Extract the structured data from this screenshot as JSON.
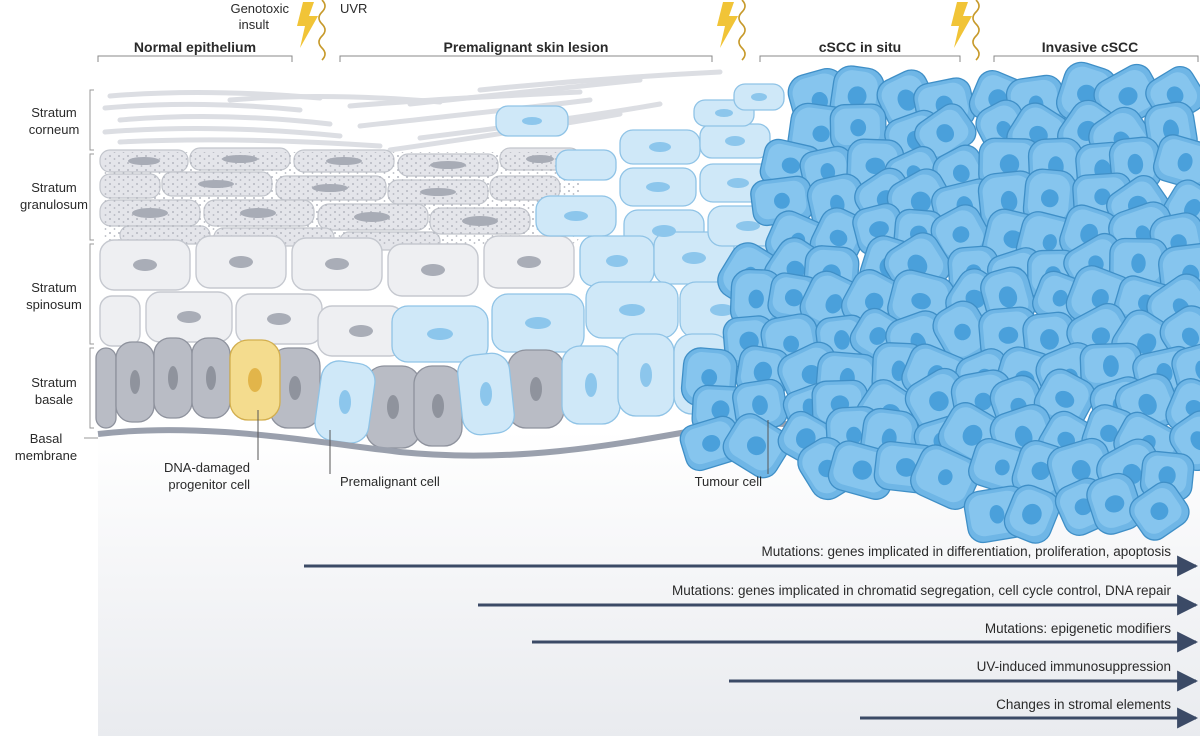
{
  "top_labels": {
    "genotoxic_line1": "Genotoxic",
    "genotoxic_line2": "insult",
    "uvr": "UVR"
  },
  "stages": [
    {
      "label": "Normal epithelium"
    },
    {
      "label": "Premalignant skin lesion"
    },
    {
      "label": "cSCC in situ"
    },
    {
      "label": "Invasive cSCC"
    }
  ],
  "layers": [
    {
      "line1": "Stratum",
      "line2": "corneum"
    },
    {
      "line1": "Stratum",
      "line2": "granulosum"
    },
    {
      "line1": "Stratum",
      "line2": "spinosum"
    },
    {
      "line1": "Stratum",
      "line2": "basale"
    },
    {
      "line1": "Basal",
      "line2": "membrane"
    }
  ],
  "callouts": {
    "dna_damaged_line1": "DNA-damaged",
    "dna_damaged_line2": "progenitor cell",
    "premalignant": "Premalignant cell",
    "tumour": "Tumour cell"
  },
  "arrows": [
    {
      "text": "Mutations: genes implicated in differentiation, proliferation, apoptosis"
    },
    {
      "text": "Mutations: genes implicated in chromatid segregation, cell cycle control, DNA repair"
    },
    {
      "text": "Mutations: epigenetic modifiers"
    },
    {
      "text": "UV-induced immunosuppression"
    },
    {
      "text": "Changes in stromal elements"
    }
  ],
  "colors": {
    "normal_cell": "#e9eaee",
    "basal_cell": "#b9bcc5",
    "damaged_cell": "#f4dc8e",
    "premalignant_cell": "#cfe8f8",
    "tumour_cell": "#6fb6e6",
    "arrow": "#3b4a66",
    "lightning": "#f1c437",
    "membrane": "#9aa0ad"
  }
}
